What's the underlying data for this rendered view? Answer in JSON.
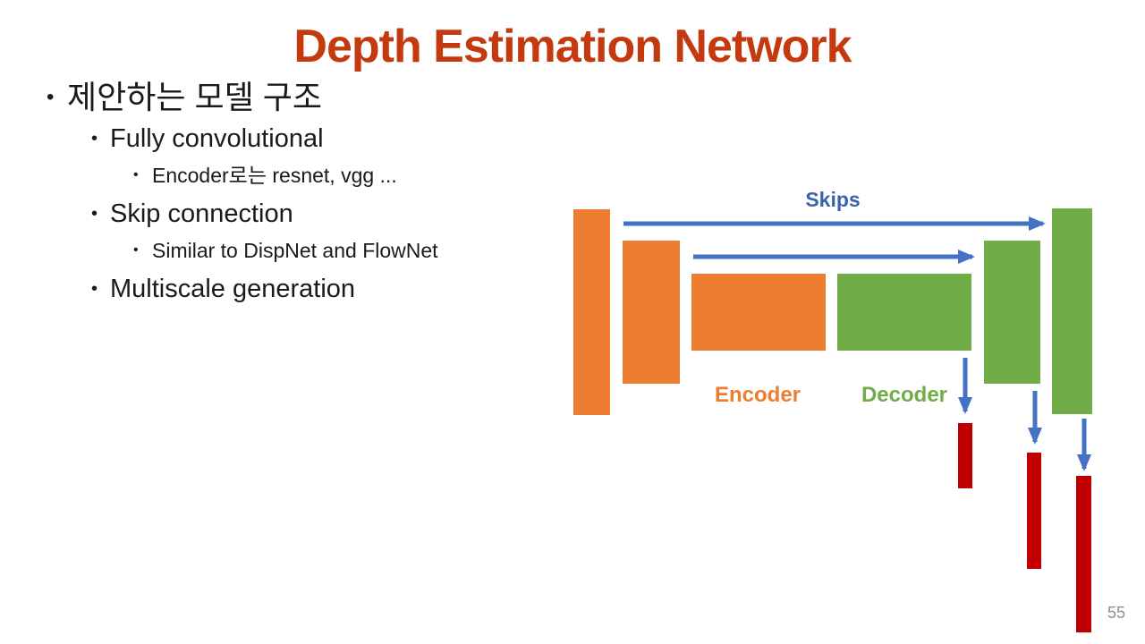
{
  "slide": {
    "title": "Depth Estimation Network",
    "page_number": "55"
  },
  "content": {
    "bullet_char": "•",
    "bullets": [
      {
        "level": 1,
        "text": "제안하는 모델 구조"
      },
      {
        "level": 2,
        "text": "Fully convolutional"
      },
      {
        "level": 3,
        "text": "Encoder로는 resnet, vgg ..."
      },
      {
        "level": 2,
        "text": "Skip connection"
      },
      {
        "level": 3,
        "text": "Similar to DispNet and FlowNet"
      },
      {
        "level": 2,
        "text": "Multiscale generation"
      }
    ]
  },
  "diagram": {
    "skips_label": "Skips",
    "encoder_label": "Encoder",
    "decoder_label": "Decoder",
    "encoder_layer_count": 3,
    "decoder_layer_count": 3,
    "multiscale_output_count": 3,
    "skip_connection_count": 2
  },
  "colors": {
    "title": "#C4390D",
    "body_text": "#1A1A1A",
    "encoder": "#ED7D31",
    "decoder": "#70AD47",
    "arrow": "#4472C4",
    "skips_text": "#3B63AC",
    "output": "#C00000",
    "page_number": "#8F8F8F"
  }
}
